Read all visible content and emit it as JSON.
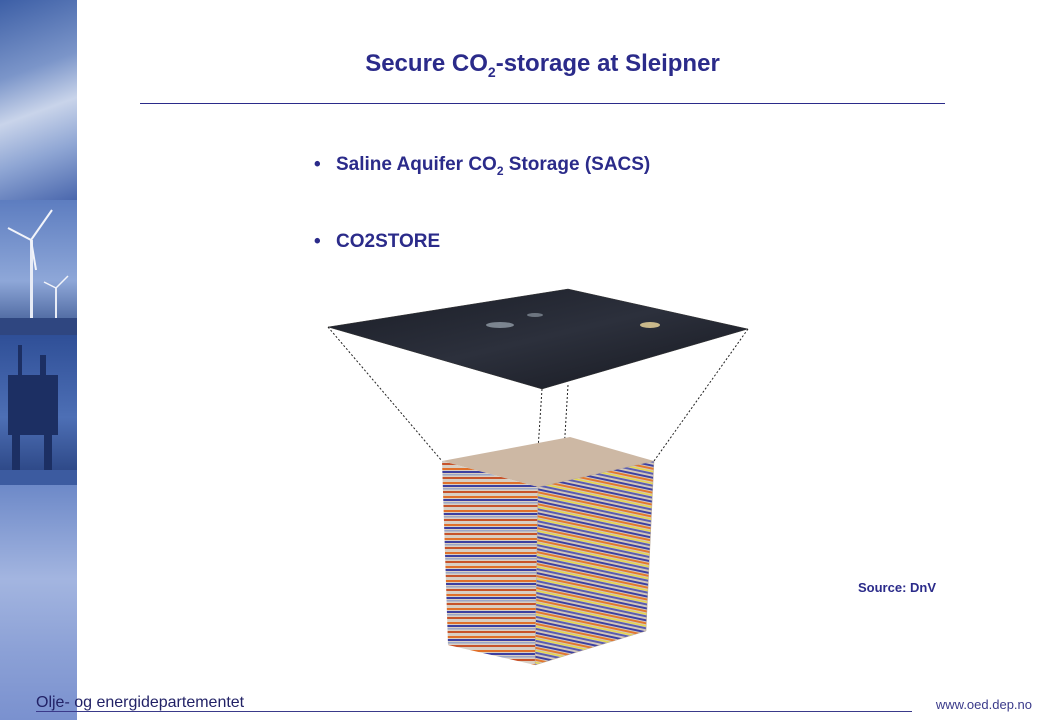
{
  "slide": {
    "title_prefix": "Secure CO",
    "title_sub": "2",
    "title_suffix": "-storage at Sleipner",
    "bullets": [
      {
        "prefix": "Saline Aquifer CO",
        "sub": "2",
        "suffix": " Storage (SACS)"
      },
      {
        "prefix": "CO2STORE",
        "sub": "",
        "suffix": ""
      }
    ],
    "source": "Source: DnV"
  },
  "footer": {
    "organization": "Olje- og energidepartementet",
    "url": "www.oed.dep.no"
  },
  "colors": {
    "text": "#2b2b8a",
    "sidebar": "#4a67ad"
  }
}
